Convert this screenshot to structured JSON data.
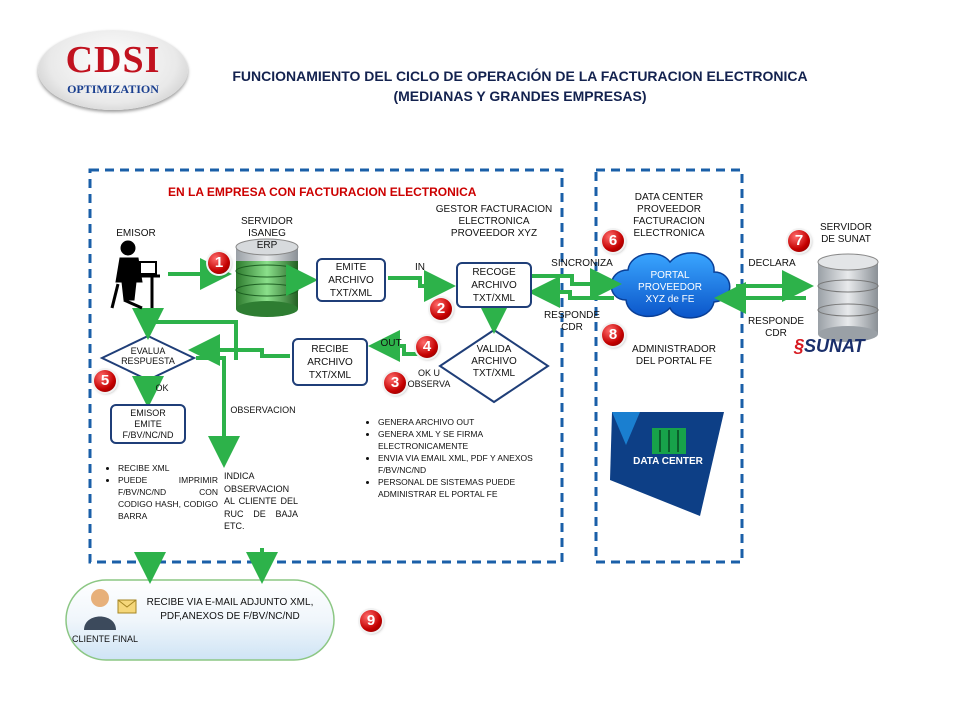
{
  "logo": {
    "brand": "CDSI",
    "tagline": "OPTIMIZATION"
  },
  "title": {
    "line1": "FUNCIONAMIENTO DEL CICLO DE OPERACIÓN DE LA FACTURACION ELECTRONICA",
    "line2": "(MEDIANAS Y GRANDES EMPRESAS)"
  },
  "left_region": {
    "heading": "EN LA EMPRESA CON FACTURACION ELECTRONICA"
  },
  "nodes": {
    "emisor": "EMISOR",
    "servidor": "SERVIDOR\nISANEG\nERP",
    "emite_archivo": "EMITE\nARCHIVO\nTXT/XML",
    "gestor": "GESTOR FACTURACION\nELECTRONICA\nPROVEEDOR XYZ",
    "recoge_archivo": "RECOGE\nARCHIVO\nTXT/XML",
    "valida_archivo": "VALIDA\nARCHIVO\nTXT/XML",
    "recibe_archivo": "RECIBE\nARCHIVO\nTXT/XML",
    "evalua_respuesta": "EVALUA\nRESPUESTA",
    "emisor_emite": "EMISOR\nEMITE\nF/BV/NC/ND",
    "data_center": "DATA CENTER\nPROVEEDOR\nFACTURACION\nELECTRONICA",
    "portal": "PORTAL\nPROVEEDOR\nXYZ de FE",
    "administrador": "ADMINISTRADOR\nDEL PORTAL FE",
    "servidor_sunat": "SERVIDOR\nDE SUNAT",
    "sunat_logo": "SUNAT",
    "data_center_logo": "DATA CENTER",
    "cliente_final": "CLIENTE FINAL"
  },
  "edge_labels": {
    "in": "IN",
    "out": "OUT",
    "ok_u_observa": "OK U\nOBSERVA",
    "ok": "OK",
    "observacion": "OBSERVACION",
    "sincroniza": "SINCRONIZA",
    "responde_cdr_1": "RESPONDE\nCDR",
    "declara": "DECLARA",
    "responde_cdr_2": "RESPONDE\nCDR"
  },
  "badges": [
    "1",
    "2",
    "3",
    "4",
    "5",
    "6",
    "7",
    "8",
    "9"
  ],
  "bullets_left": [
    "RECIBE XML",
    "PUEDE IMPRIMIR F/BV/NC/ND CON CODIGO HASH, CODIGO BARRA"
  ],
  "indica_text": "INDICA OBSERVACION AL CLIENTE DEL RUC DE BAJA ETC.",
  "bullets_center": [
    "GENERA ARCHIVO OUT",
    "GENERA XML Y SE FIRMA ELECTRONICAMENTE",
    "ENVIA VIA EMAIL XML, PDF Y ANEXOS F/BV/NC/ND",
    "PERSONAL DE SISTEMAS PUEDE ADMINISTRAR EL PORTAL FE"
  ],
  "cliente_text": "RECIBE VIA E-MAIL ADJUNTO XML,\nPDF,ANEXOS DE F/BV/NC/ND",
  "colors": {
    "arrow": "#2db24a",
    "border": "#1f3e78",
    "dashed": "#1a5fa8",
    "badge": "#c40000",
    "heading": "#cc0000"
  }
}
